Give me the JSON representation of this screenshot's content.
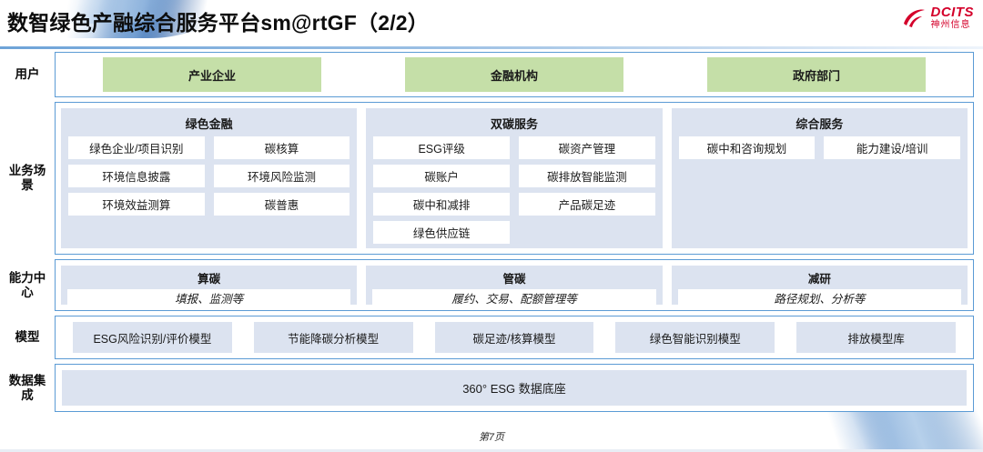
{
  "header": {
    "title": "数智绿色产融综合服务平台sm@rtGF（2/2）",
    "logo_en": "DCITS",
    "logo_cn": "神州信息"
  },
  "rows": {
    "users": {
      "label": "用户",
      "items": [
        "产业企业",
        "金融机构",
        "政府部门"
      ]
    },
    "business": {
      "label": "业务场景",
      "groups": [
        {
          "title": "绿色金融",
          "items": [
            "绿色企业/项目识别",
            "碳核算",
            "环境信息披露",
            "环境风险监测",
            "环境效益测算",
            "碳普惠"
          ]
        },
        {
          "title": "双碳服务",
          "items": [
            "ESG评级",
            "碳资产管理",
            "碳账户",
            "碳排放智能监测",
            "碳中和减排",
            "产品碳足迹",
            "绿色供应链"
          ]
        },
        {
          "title": "综合服务",
          "items": [
            "碳中和咨询规划",
            "能力建设/培训"
          ]
        }
      ]
    },
    "capability": {
      "label": "能力中心",
      "groups": [
        {
          "title": "算碳",
          "subtitle": "填报、监测等"
        },
        {
          "title": "管碳",
          "subtitle": "履约、交易、配额管理等"
        },
        {
          "title": "减研",
          "subtitle": "路径规划、分析等"
        }
      ]
    },
    "model": {
      "label": "模型",
      "items": [
        "ESG风险识别/评价模型",
        "节能降碳分析模型",
        "碳足迹/核算模型",
        "绿色智能识别模型",
        "排放模型库"
      ]
    },
    "data": {
      "label": "数据集成",
      "box": "360° ESG 数据底座"
    }
  },
  "footer": {
    "page": "第7页"
  },
  "colors": {
    "accent_blue": "#5b9bd5",
    "panel_blue": "#dce3f0",
    "user_green": "#c5dfa8",
    "logo_red": "#d4002a"
  }
}
